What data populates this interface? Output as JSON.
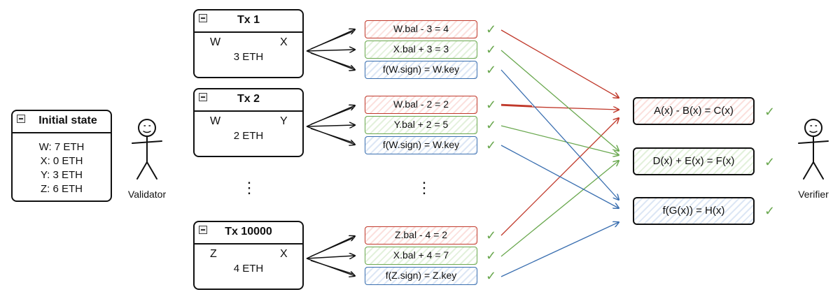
{
  "initial_state": {
    "title": "Initial state",
    "balances": [
      "W: 7 ETH",
      "X: 0 ETH",
      "Y: 3 ETH",
      "Z: 6 ETH"
    ]
  },
  "actors": {
    "validator": "Validator",
    "verifier": "Verifier"
  },
  "transactions": [
    {
      "title": "Tx 1",
      "from": "W",
      "to": "X",
      "amount": "3 ETH",
      "statements": [
        "W.bal - 3 = 4",
        "X.bal + 3 = 3",
        "f(W.sign) = W.key"
      ]
    },
    {
      "title": "Tx 2",
      "from": "W",
      "to": "Y",
      "amount": "2 ETH",
      "statements": [
        "W.bal - 2 = 2",
        "Y.bal + 2 = 5",
        "f(W.sign) = W.key"
      ]
    },
    {
      "title": "Tx 10000",
      "from": "Z",
      "to": "X",
      "amount": "4 ETH",
      "statements": [
        "Z.bal - 4 = 2",
        "X.bal + 4 = 7",
        "f(Z.sign) = Z.key"
      ]
    }
  ],
  "ellipsis": "⋮",
  "checkmark": "✓",
  "polynomials": [
    "A(x) - B(x) = C(x)",
    "D(x) + E(x) = F(x)",
    "f(G(x)) = H(x)"
  ],
  "colors": {
    "balance_debit": "#c0392b",
    "balance_credit": "#6aa84f",
    "signature": "#3a6fb0",
    "check": "#6aa84f",
    "outline": "#111111"
  }
}
